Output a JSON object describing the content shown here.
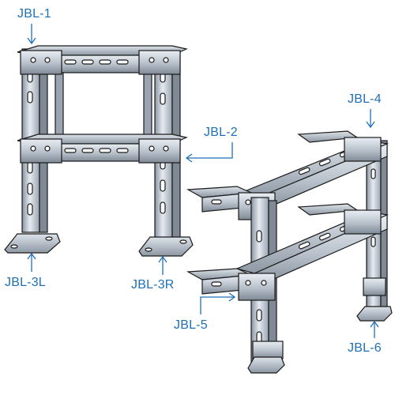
{
  "labels": {
    "jbl1": "JBL-1",
    "jbl2": "JBL-2",
    "jbl3l": "JBL-3L",
    "jbl3r": "JBL-3R",
    "jbl4": "JBL-4",
    "jbl5": "JBL-5",
    "jbl6": "JBL-6"
  },
  "colors": {
    "label": "#1f6fb5",
    "steel_light": "#dfe5ec",
    "steel_mid": "#aab4c0",
    "steel_dark": "#5e6874",
    "outline": "#1a1a1a"
  }
}
